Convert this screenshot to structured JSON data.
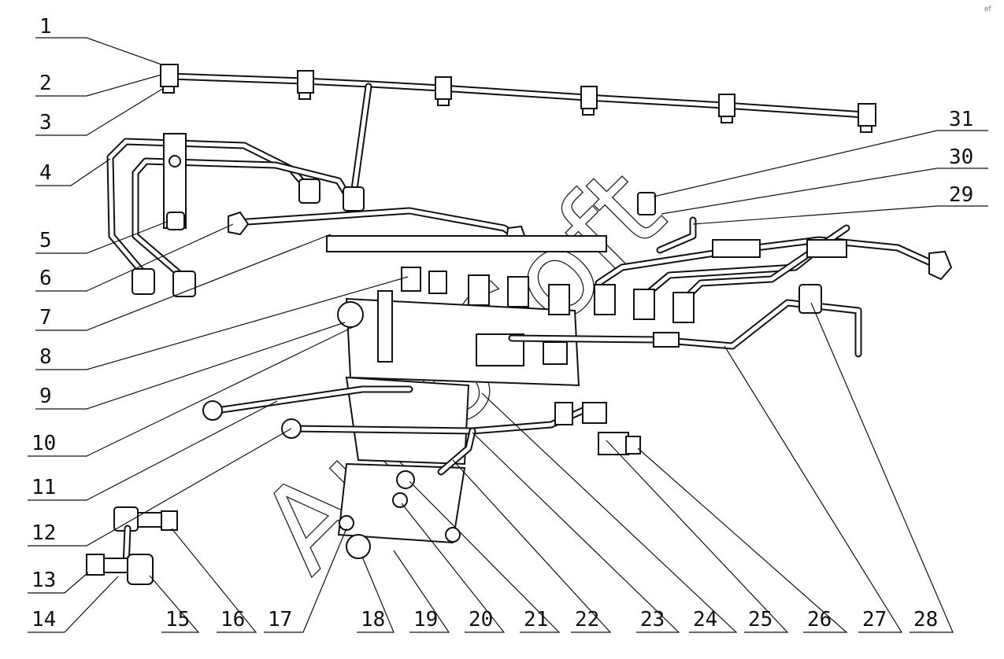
{
  "watermark": "AutoSoft",
  "corner_mark": "ef",
  "callouts": [
    "1",
    "2",
    "3",
    "4",
    "5",
    "6",
    "7",
    "8",
    "9",
    "10",
    "11",
    "12",
    "13",
    "14",
    "15",
    "16",
    "17",
    "18",
    "19",
    "20",
    "21",
    "22",
    "23",
    "24",
    "25",
    "26",
    "27",
    "28",
    "29",
    "30",
    "31"
  ]
}
